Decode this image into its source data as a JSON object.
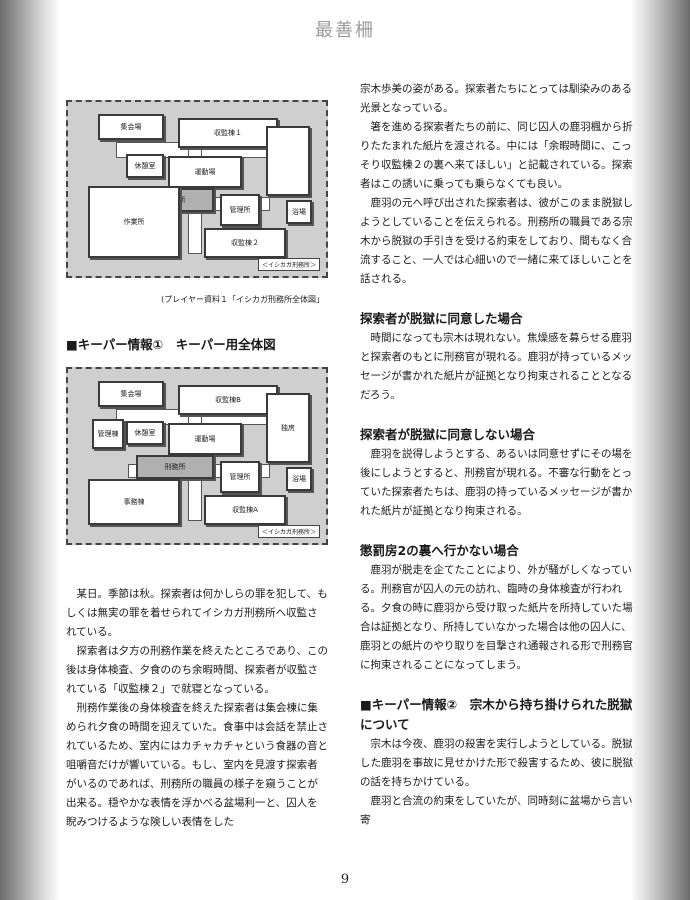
{
  "header": {
    "title": "最善柵"
  },
  "page_number": "9",
  "map1": {
    "rooms": {
      "hall": "集会場",
      "cell1": "収監棟１",
      "bath": "休憩室",
      "cafeteria": "運動場",
      "punish": "刑務所",
      "office": "管理所",
      "work": "作業所",
      "bath2": "浴場",
      "cell2": "収監棟２"
    },
    "credit": "＜イシカガ刑務所＞"
  },
  "map1_caption": "(プレイヤー資料１「イシカガ刑務所全体図」",
  "keeper1_heading": "■キーパー情報①　キーパー用全体図",
  "map2": {
    "rooms": {
      "hall": "集会場",
      "cell1": "収監棟B",
      "admin": "管理棟",
      "bath": "休憩室",
      "cafeteria": "運動場",
      "side": "独房",
      "punish": "刑務所",
      "office": "管理所",
      "work": "事務棟",
      "cell2": "収監棟A",
      "bath2": "浴場"
    },
    "credit": "＜イシカガ刑務所＞"
  },
  "left_text": [
    "某日。季節は秋。探索者は何かしらの罪を犯して、もしくは無実の罪を着せられてイシカガ刑務所へ収監されている。",
    "探索者は夕方の刑務作業を終えたところであり、この後は身体検査、夕食ののち余暇時間、探索者が収監されている「収監棟２」で就寝となっている。",
    "刑務作業後の身体検査を終えた探索者は集会棟に集められ夕食の時間を迎えていた。食事中は会話を禁止されているため、室内にはカチャカチャという食器の音と咀嚼音だけが響いている。もし、室内を見渡す探索者がいるのであれば、刑務所の職員の様子を窺うことが出来る。穏やかな表情を浮かべる盆場利一と、囚人を睨みつけるような険しい表情をした"
  ],
  "right_intro": [
    "宗木歩美の姿がある。探索者たちにとっては馴染みのある光景となっている。",
    "箸を進める探索者たちの前に、同じ囚人の鹿羽楓から折りたたまれた紙片を渡される。中には「余暇時間に、こっそり収監棟２の裏へ来てほしい」と記載されている。探索者はこの誘いに乗っても乗らなくても良い。",
    "鹿羽の元へ呼び出された探索者は、彼がこのまま脱獄しようとしていることを伝えられる。刑務所の職員である宗木から脱獄の手引きを受ける約束をしており、間もなく合流すること、一人では心細いので一緒に来てほしいことを話される。"
  ],
  "section_agree": {
    "heading": "探索者が脱獄に同意した場合",
    "text": "時間になっても宗木は現れない。焦燥感を募らせる鹿羽と探索者のもとに刑務官が現れる。鹿羽が持っているメッセージが書かれた紙片が証拠となり拘束されることとなるだろう。"
  },
  "section_disagree": {
    "heading": "探索者が脱獄に同意しない場合",
    "text": "鹿羽を説得しようとする、あるいは同意せずにその場を後にしようとすると、刑務官が現れる。不審な行動をとっていた探索者たちは、鹿羽の持っているメッセージが書かれた紙片が証拠となり拘束される。"
  },
  "section_punish": {
    "heading": "懲罰房2の裏へ行かない場合",
    "text": "鹿羽が脱走を企てたことにより、外が騒がしくなっている。刑務官が囚人の元の訪れ、臨時の身体検査が行われる。夕食の時に鹿羽から受け取った紙片を所持していた場合は証拠となり、所持していなかった場合は他の囚人に、鹿羽との紙片のやり取りを目撃され通報される形で刑務官に拘束されることになってしまう。"
  },
  "section_keeper2": {
    "heading": "■キーパー情報②　宗木から持ち掛けられた脱獄について",
    "texts": [
      "宗木は今夜、鹿羽の殺害を実行しようとしている。脱獄した鹿羽を事故に見せかけた形で殺害するため、彼に脱獄の話を持ちかけている。",
      "鹿羽と合流の約束をしていたが、同時刻に盆場から言い寄"
    ]
  }
}
